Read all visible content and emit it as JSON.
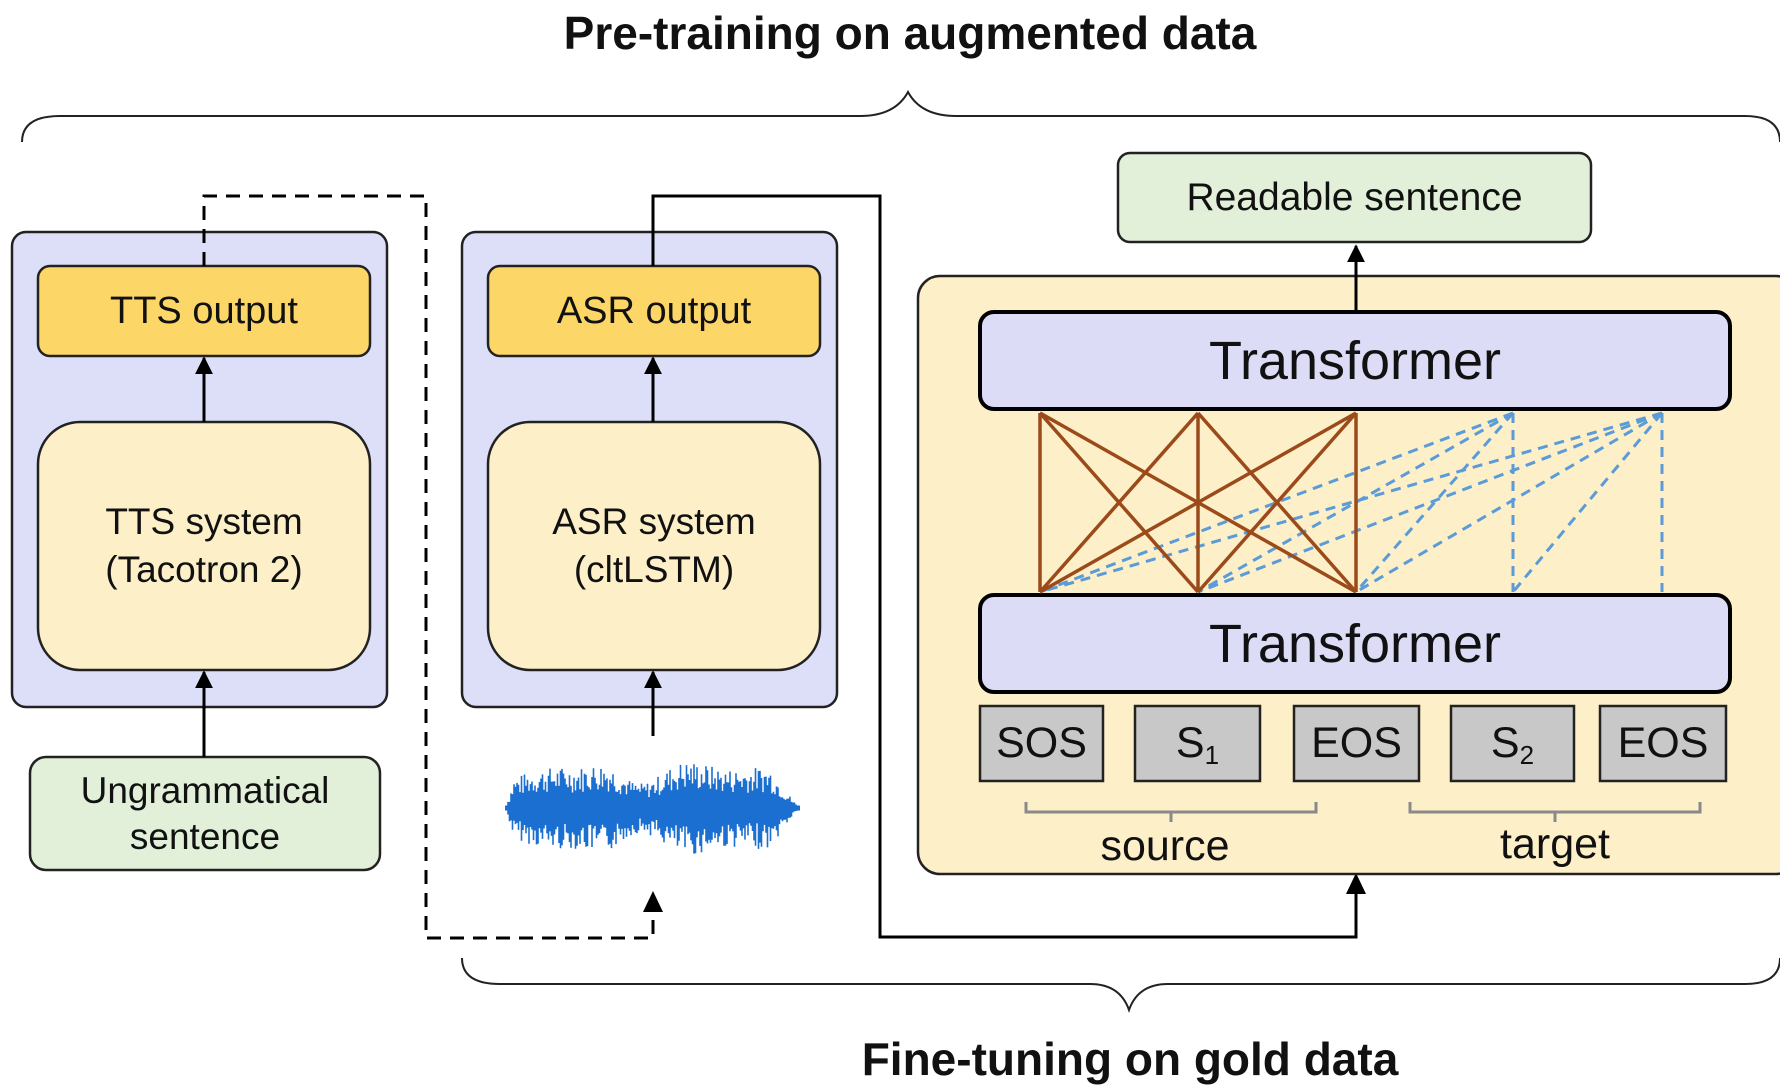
{
  "headings": {
    "top": "Pre-training on augmented data",
    "bottom": "Fine-tuning on gold data"
  },
  "tts": {
    "output": "TTS output",
    "system_line1": "TTS system",
    "system_line2": "(Tacotron 2)",
    "input_line1": "Ungrammatical",
    "input_line2": "sentence"
  },
  "asr": {
    "output": "ASR output",
    "system_line1": "ASR system",
    "system_line2": "(cltLSTM)"
  },
  "model": {
    "output": "Readable sentence",
    "decoder": "Transformer",
    "encoder": "Transformer",
    "tokens": [
      {
        "text": "SOS",
        "sub": ""
      },
      {
        "text": "S",
        "sub": "1"
      },
      {
        "text": "EOS",
        "sub": ""
      },
      {
        "text": "S",
        "sub": "2"
      },
      {
        "text": "EOS",
        "sub": ""
      }
    ],
    "source_label": "source",
    "target_label": "target"
  },
  "colors": {
    "system_panel": "#dcdff7",
    "output_box": "#fcd667",
    "system_box": "#fdefc8",
    "sentence_box": "#e2efd9",
    "model_panel": "#fdefc8",
    "transformer": "#dcdcf7",
    "token": "#c8c8c8",
    "solid_links": "#9b4a1a",
    "dashed_links": "#5a9bd8",
    "waveform": "#1a6fd0"
  }
}
